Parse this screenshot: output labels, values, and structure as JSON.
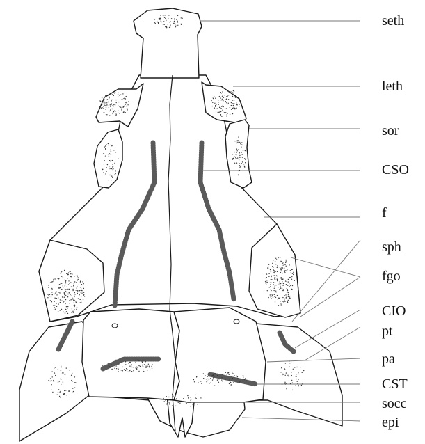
{
  "figure": {
    "labels": [
      {
        "key": "seth",
        "text": "seth"
      },
      {
        "key": "leth",
        "text": "leth"
      },
      {
        "key": "sor",
        "text": "sor"
      },
      {
        "key": "cso",
        "text": "CSO"
      },
      {
        "key": "f",
        "text": "f"
      },
      {
        "key": "sph",
        "text": "sph"
      },
      {
        "key": "fgo",
        "text": "fgo"
      },
      {
        "key": "cio",
        "text": "CIO"
      },
      {
        "key": "pt",
        "text": "pt"
      },
      {
        "key": "pa",
        "text": "pa"
      },
      {
        "key": "cst",
        "text": "CST"
      },
      {
        "key": "socc",
        "text": "socc"
      },
      {
        "key": "epi",
        "text": "epi"
      }
    ]
  }
}
